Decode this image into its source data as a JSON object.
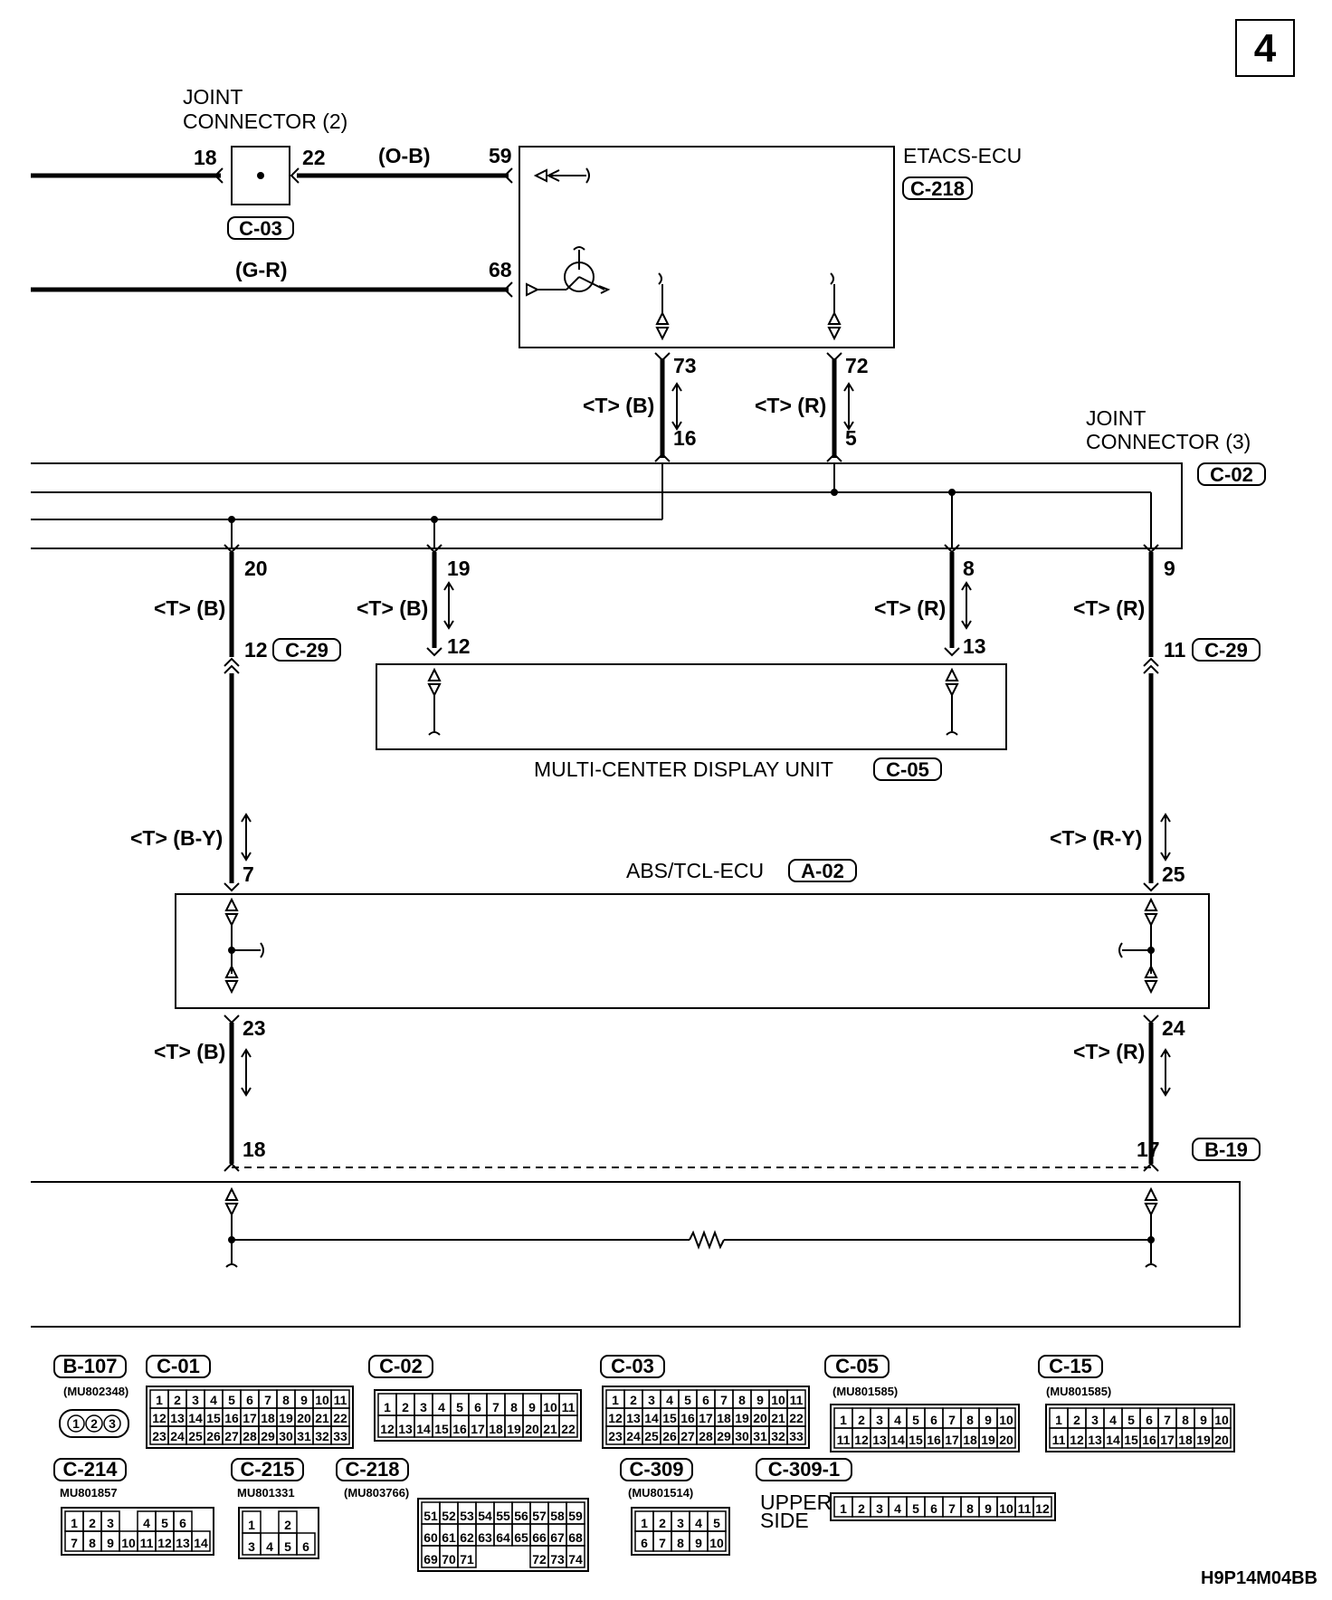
{
  "page_number": "4",
  "figure_code": "H9P14M04BB",
  "joint_connector_2": {
    "label_line1": "JOINT",
    "label_line2": "CONNECTOR (2)",
    "code": "C-03",
    "pin_left": "18",
    "pin_right": "22"
  },
  "joint_connector_3": {
    "label_line1": "JOINT",
    "label_line2": "CONNECTOR (3)",
    "code": "C-02"
  },
  "etacs": {
    "label": "ETACS-ECU",
    "code": "C-218",
    "pin_59": "59",
    "pin_68": "68",
    "pin_73": "73",
    "pin_72": "72",
    "wire_59": "(O-B)",
    "wire_68": "(G-R)"
  },
  "jc3_pins": {
    "p16": "16",
    "p5": "5",
    "p20": "20",
    "p19": "19",
    "p8": "8",
    "p9": "9"
  },
  "wires": {
    "tb": "<T> (B)",
    "tr": "<T> (R)",
    "tby": "<T> (B-Y)",
    "try": "<T> (R-Y)"
  },
  "c29": {
    "code": "C-29",
    "pin_left": "12",
    "pin_right": "11"
  },
  "mcdu": {
    "label": "MULTI-CENTER DISPLAY UNIT",
    "code": "C-05",
    "pin_left": "12",
    "pin_right": "13"
  },
  "abs": {
    "label": "ABS/TCL-ECU",
    "code": "A-02",
    "pin_7": "7",
    "pin_25": "25",
    "pin_23": "23",
    "pin_24": "24"
  },
  "b19": {
    "code": "B-19",
    "pin_left": "18",
    "pin_right": "17"
  },
  "connectors": {
    "b107": {
      "code": "B-107",
      "part": "(MU802348)",
      "pins": [
        "1",
        "2",
        "3"
      ]
    },
    "c01": {
      "code": "C-01",
      "row1": [
        "1",
        "2",
        "3",
        "4",
        "5",
        "6",
        "7",
        "8",
        "9",
        "10",
        "11"
      ],
      "row2": [
        "12",
        "13",
        "14",
        "15",
        "16",
        "17",
        "18",
        "19",
        "20",
        "21",
        "22"
      ],
      "row3": [
        "23",
        "24",
        "25",
        "26",
        "27",
        "28",
        "29",
        "30",
        "31",
        "32",
        "33"
      ]
    },
    "c02": {
      "code": "C-02",
      "row1": [
        "1",
        "2",
        "3",
        "4",
        "5",
        "6",
        "7",
        "8",
        "9",
        "10",
        "11"
      ],
      "row2": [
        "12",
        "13",
        "14",
        "15",
        "16",
        "17",
        "18",
        "19",
        "20",
        "21",
        "22"
      ]
    },
    "c03": {
      "code": "C-03",
      "row1": [
        "1",
        "2",
        "3",
        "4",
        "5",
        "6",
        "7",
        "8",
        "9",
        "10",
        "11"
      ],
      "row2": [
        "12",
        "13",
        "14",
        "15",
        "16",
        "17",
        "18",
        "19",
        "20",
        "21",
        "22"
      ],
      "row3": [
        "23",
        "24",
        "25",
        "26",
        "27",
        "28",
        "29",
        "30",
        "31",
        "32",
        "33"
      ]
    },
    "c05": {
      "code": "C-05",
      "part": "(MU801585)",
      "row1": [
        "1",
        "2",
        "3",
        "4",
        "5",
        "6",
        "7",
        "8",
        "9",
        "10"
      ],
      "row2": [
        "11",
        "12",
        "13",
        "14",
        "15",
        "16",
        "17",
        "18",
        "19",
        "20"
      ]
    },
    "c15": {
      "code": "C-15",
      "part": "(MU801585)",
      "row1": [
        "1",
        "2",
        "3",
        "4",
        "5",
        "6",
        "7",
        "8",
        "9",
        "10"
      ],
      "row2": [
        "11",
        "12",
        "13",
        "14",
        "15",
        "16",
        "17",
        "18",
        "19",
        "20"
      ]
    },
    "c214": {
      "code": "C-214",
      "part": "MU801857",
      "row1": [
        "1",
        "2",
        "3",
        "",
        "4",
        "5",
        "6"
      ],
      "row2": [
        "7",
        "8",
        "9",
        "10",
        "11",
        "12",
        "13",
        "14"
      ]
    },
    "c215": {
      "code": "C-215",
      "part": "MU801331",
      "row1": [
        "1",
        "",
        "2"
      ],
      "row2": [
        "3",
        "4",
        "5",
        "6"
      ]
    },
    "c218": {
      "code": "C-218",
      "part": "(MU803766)",
      "row1": [
        "51",
        "52",
        "53",
        "54",
        "55",
        "56",
        "57",
        "58",
        "59"
      ],
      "row2": [
        "60",
        "61",
        "62",
        "63",
        "64",
        "65",
        "66",
        "67",
        "68"
      ],
      "row3": [
        "69",
        "70",
        "71",
        "",
        "",
        "",
        "72",
        "73",
        "74"
      ]
    },
    "c309": {
      "code": "C-309",
      "part": "(MU801514)",
      "row1": [
        "1",
        "2",
        "3",
        "4",
        "5"
      ],
      "row2": [
        "6",
        "7",
        "8",
        "9",
        "10"
      ]
    },
    "c3091": {
      "code": "C-309-1",
      "side_line1": "UPPER",
      "side_line2": "SIDE",
      "row1": [
        "1",
        "2",
        "3",
        "4",
        "5",
        "6",
        "7",
        "8",
        "9",
        "10",
        "11",
        "12"
      ]
    }
  }
}
